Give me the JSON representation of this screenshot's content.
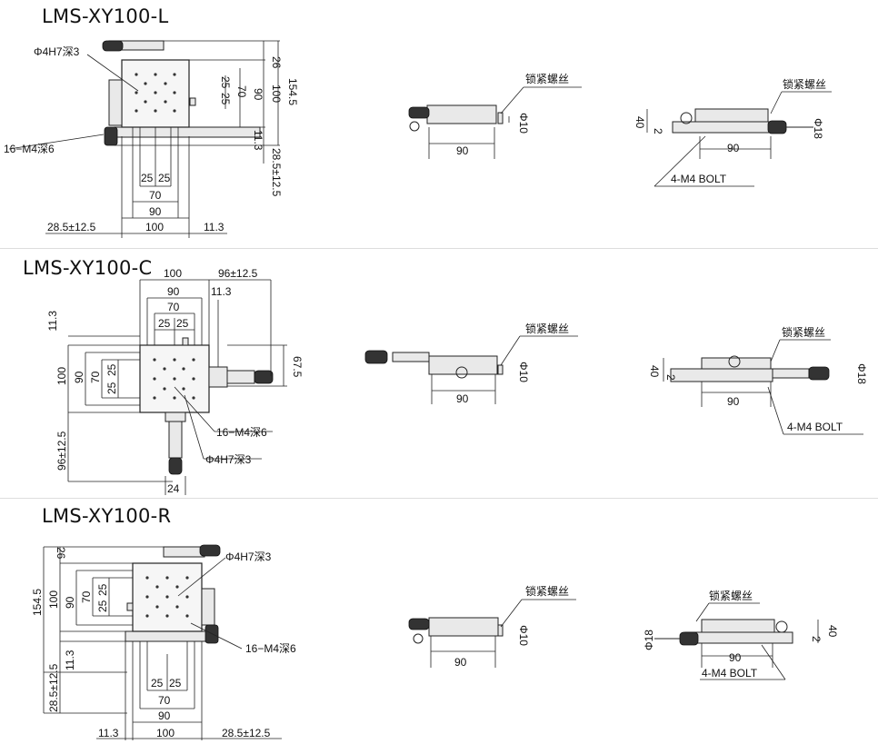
{
  "sections": [
    {
      "title": "LMS-XY100-L",
      "labels": {
        "hole": "Φ4H7深3",
        "tap": "16−M4深6",
        "lock_side": "锁紧螺丝",
        "lock_front": "锁紧螺丝",
        "bolt": "4-M4 BOLT"
      },
      "dims": {
        "d26": "26",
        "d11_3v": "11.3",
        "d154_5": "154.5",
        "d100v": "100",
        "d90v": "90",
        "d70v": "70",
        "d25a": "25",
        "d25b": "25",
        "d28_5v": "28.5±12.5",
        "h25a": "25",
        "h25b": "25",
        "h70": "70",
        "h90": "90",
        "b28_5": "28.5±12.5",
        "b100": "100",
        "b11_3": "11.3",
        "side90": "90",
        "phi10": "Φ10",
        "front40": "40",
        "front2": "2",
        "front90": "90",
        "phi18": "Φ18"
      }
    },
    {
      "title": "LMS-XY100-C",
      "labels": {
        "hole": "Φ4H7深3",
        "tap": "16−M4深6",
        "lock_side": "锁紧螺丝",
        "lock_front": "锁紧螺丝",
        "bolt": "4-M4 BOLT"
      },
      "dims": {
        "t100": "100",
        "t96": "96±12.5",
        "t90": "90",
        "t11_3": "11.3",
        "t70": "70",
        "t25a": "25",
        "t25b": "25",
        "l11_3": "11.3",
        "l100": "100",
        "l90": "90",
        "l70": "70",
        "l25a": "25",
        "l25b": "25",
        "r67_5": "67.5",
        "l96": "96±12.5",
        "b24": "24",
        "side90": "90",
        "phi10": "Φ10",
        "front40": "40",
        "front2": "2",
        "front90": "90",
        "phi18": "Φ18"
      }
    },
    {
      "title": "LMS-XY100-R",
      "labels": {
        "hole": "Φ4H7深3",
        "tap": "16−M4深6",
        "lock_side": "锁紧螺丝",
        "lock_front": "锁紧螺丝",
        "bolt": "4-M4 BOLT"
      },
      "dims": {
        "d26": "26",
        "d154_5": "154.5",
        "d100v": "100",
        "d90v": "90",
        "d70v": "70",
        "d25a": "25",
        "d25b": "25",
        "d11_3v": "11.3",
        "d28_5v": "28.5±12.5",
        "h25a": "25",
        "h25b": "25",
        "h70": "70",
        "h90": "90",
        "b11_3": "11.3",
        "b100": "100",
        "b28_5": "28.5±12.5",
        "side90": "90",
        "phi10": "Φ10",
        "front40": "40",
        "front2": "2",
        "front90": "90",
        "phi18": "Φ18"
      }
    }
  ]
}
